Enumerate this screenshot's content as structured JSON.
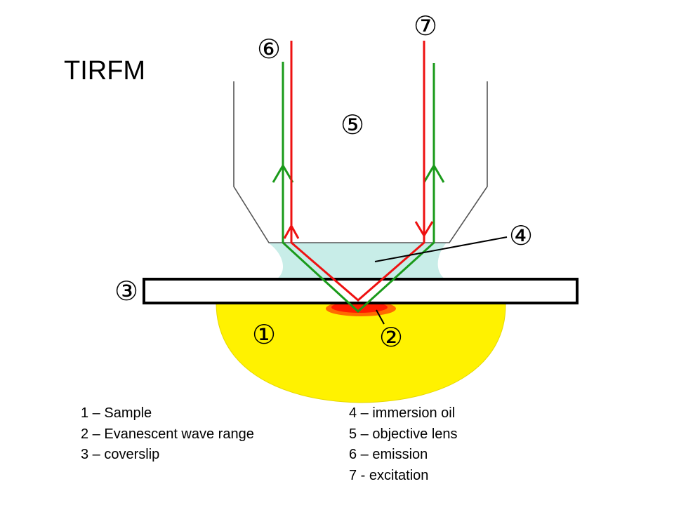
{
  "title": "TIRFM",
  "markers": {
    "m1": "①",
    "m2": "②",
    "m3": "③",
    "m4": "④",
    "m5": "⑤",
    "m6": "⑥",
    "m7": "⑦"
  },
  "legend": {
    "left": [
      "1 – Sample",
      "2 – Evanescent wave range",
      "3 – coverslip"
    ],
    "right": [
      "4 – immersion oil",
      "5 – objective lens",
      "6 – emission",
      "7 - excitation"
    ]
  },
  "colors": {
    "sample": "#fff200",
    "evanescent": "#ff1a00",
    "oil": "#c8ede8",
    "emission": "#1a9a1a",
    "excitation": "#ee1111",
    "lens_outline": "#555555"
  }
}
